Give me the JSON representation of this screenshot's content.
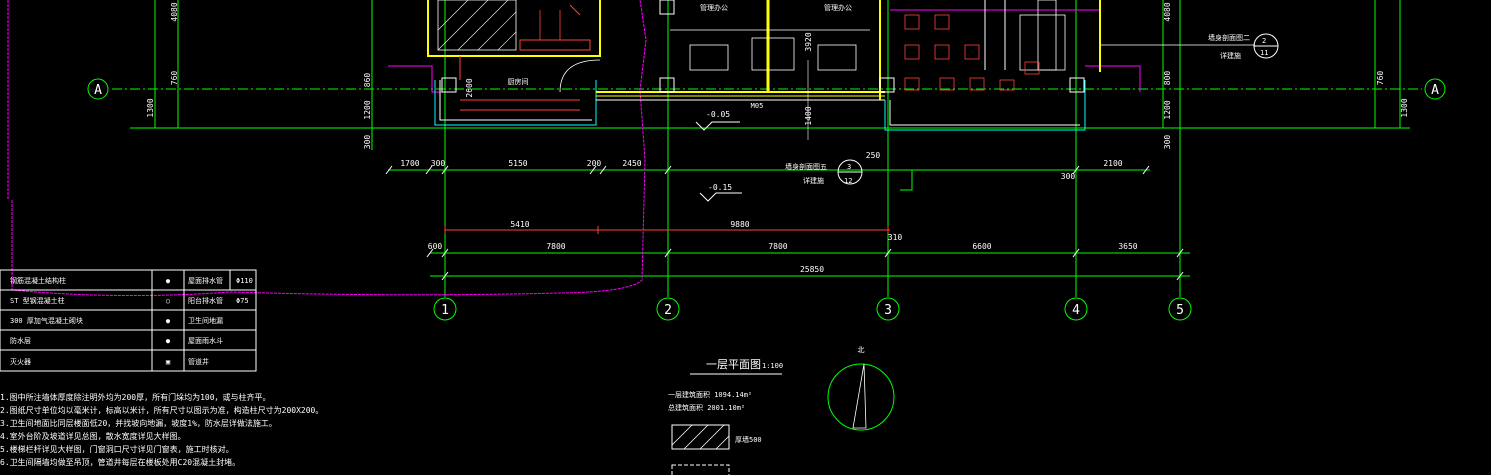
{
  "drawing": {
    "title": "一层平面图",
    "scale": "1:100",
    "north_label": "北",
    "area_lines": [
      "一层建筑面积 1094.14m²",
      "总建筑面积 2001.10m²"
    ],
    "hatch_legend": "厚墙500"
  },
  "axes": {
    "rows": [
      "A",
      "A"
    ],
    "columns": [
      "1",
      "2",
      "3",
      "4",
      "5"
    ]
  },
  "dims": {
    "row1": [
      "1700",
      "300",
      "5150",
      "200",
      "2450",
      "250",
      "300",
      "2100"
    ],
    "row2": [
      "5410",
      "9880",
      "310"
    ],
    "row3": [
      "600",
      "7800",
      "7800",
      "6600",
      "3650"
    ],
    "total": "25850",
    "left_vertical": [
      "4080",
      "760",
      "860",
      "1300",
      "1200",
      "300",
      "2600"
    ],
    "right_vertical": [
      "4080",
      "760",
      "1300",
      "1200",
      "300",
      "800"
    ],
    "center_vertical": [
      "3920",
      "1400"
    ]
  },
  "rooms": {
    "room_a": "管理办公",
    "room_b": "管理办公",
    "room_c": "厨房间",
    "door": "M05"
  },
  "levels": [
    "-0.05",
    "-0.15"
  ],
  "callouts": [
    {
      "label": "墙身剖面图二",
      "top": "2",
      "bottom": "11",
      "sub": "详建施"
    },
    {
      "label": "墙身剖面图五",
      "top": "3",
      "bottom": "12",
      "sub": "详建施"
    }
  ],
  "legend": {
    "rows": [
      {
        "text": "钢筋混凝土结构柱",
        "sym": "●",
        "right": "屋面排水管",
        "code": "Φ110"
      },
      {
        "text": "ST 型钢混凝土柱",
        "sym": "○",
        "right": "阳台排水管",
        "code": "Φ75"
      },
      {
        "text": "300 厚加气混凝土砌块",
        "sym": "●",
        "right": "卫生间地漏",
        "code": ""
      },
      {
        "text": "防水层",
        "sym": "●",
        "right": "屋面雨水斗",
        "code": ""
      },
      {
        "text": "灭火器",
        "sym": "▣",
        "right": "管道井",
        "code": ""
      }
    ]
  },
  "notes": [
    "1.图中所注墙体厚度除注明外均为200厚，所有门垛均为100，或与柱齐平。",
    "2.图纸尺寸单位均以毫米计，标高以米计，所有尺寸以图示为准，构造柱尺寸为200X200。",
    "3.卫生间地面比同层楼面低20，并找坡向地漏，坡度1%，防水层详做法施工。",
    "4.室外台阶及坡道详见总图，散水宽度详见大样图。",
    "5.楼梯栏杆详见大样图，门窗洞口尺寸详见门窗表，施工时核对。",
    "6.卫生间隔墙均做至吊顶，管道井每层在楼板处用C20混凝土封堵。"
  ],
  "colors": {
    "grid": "#00ff00",
    "wall": "#ffff00",
    "magenta": "#ff00ff",
    "red": "#ff4040",
    "cyan": "#00ffff",
    "white": "#ffffff"
  }
}
